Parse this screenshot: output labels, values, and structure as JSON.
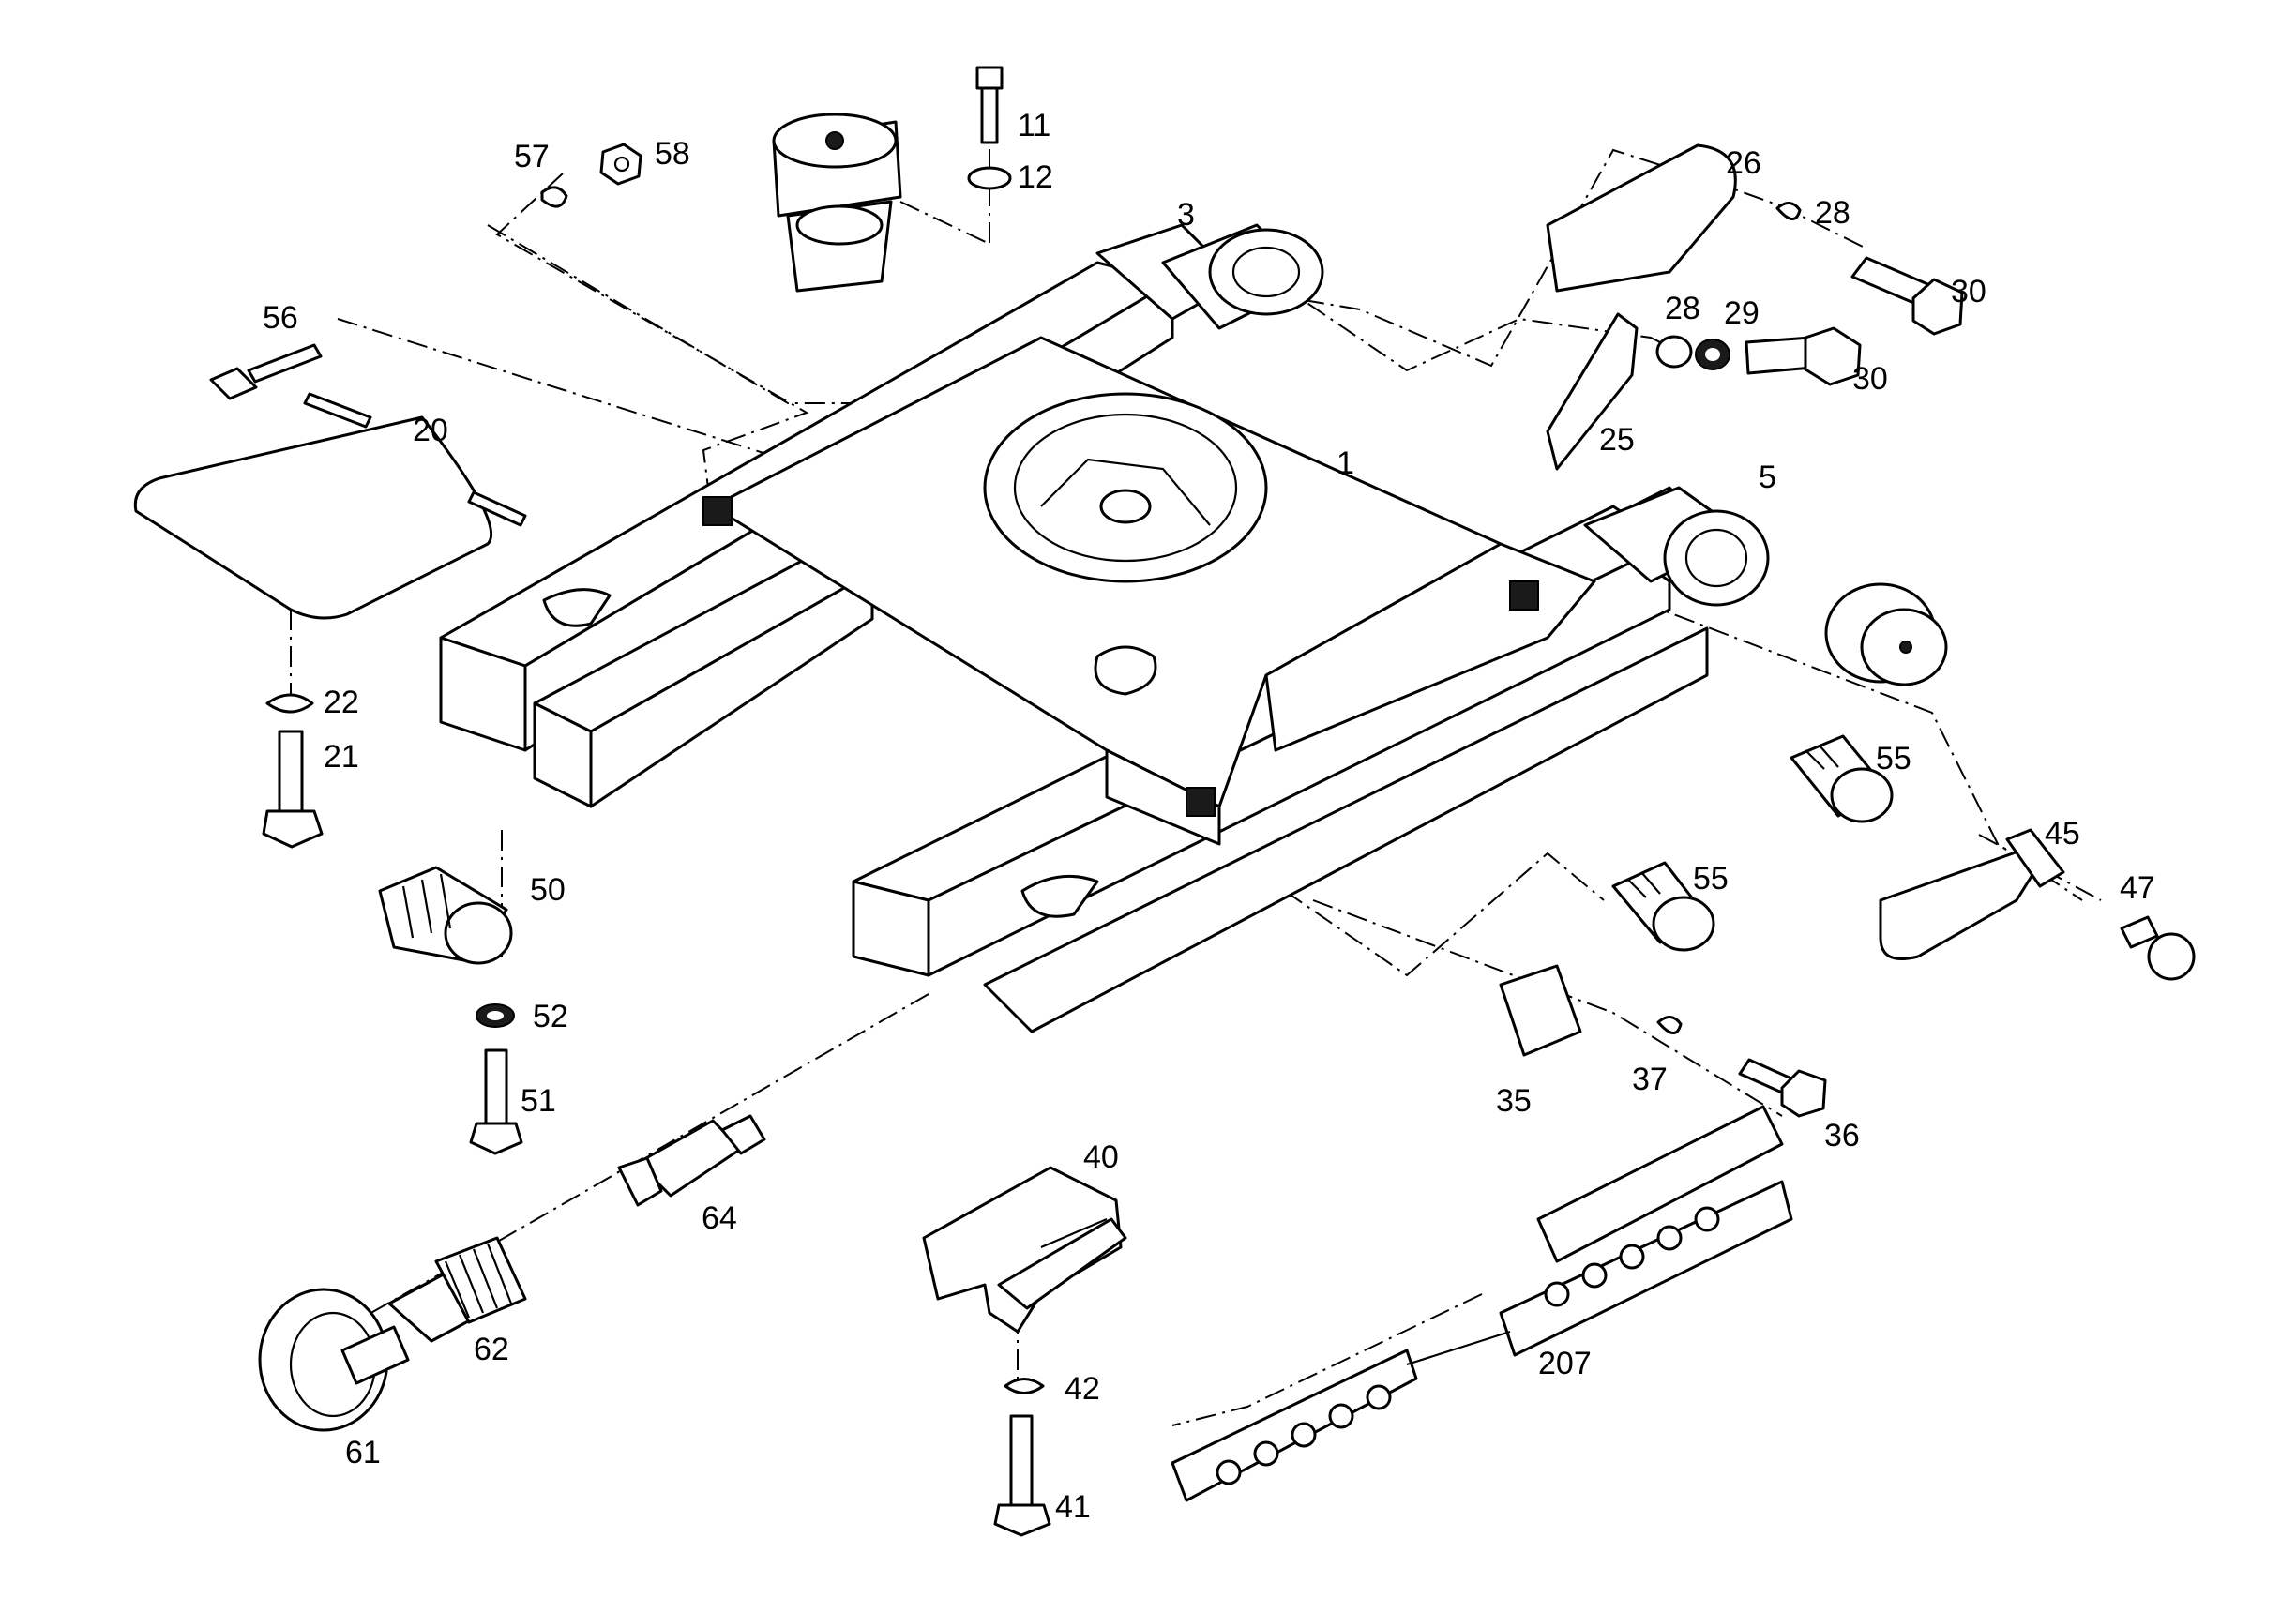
{
  "callouts": {
    "p1": "1",
    "p3": "3",
    "p5": "5",
    "p11": "11",
    "p12": "12",
    "p20": "20",
    "p21": "21",
    "p22": "22",
    "p25": "25",
    "p26": "26",
    "p28a": "28",
    "p28b": "28",
    "p29": "29",
    "p30a": "30",
    "p30b": "30",
    "p35": "35",
    "p36": "36",
    "p37": "37",
    "p40": "40",
    "p41": "41",
    "p42": "42",
    "p45": "45",
    "p47": "47",
    "p50": "50",
    "p51": "51",
    "p52": "52",
    "p55a": "55",
    "p55b": "55",
    "p56": "56",
    "p57": "57",
    "p58": "58",
    "p61": "61",
    "p62": "62",
    "p64": "64",
    "p207": "207"
  }
}
